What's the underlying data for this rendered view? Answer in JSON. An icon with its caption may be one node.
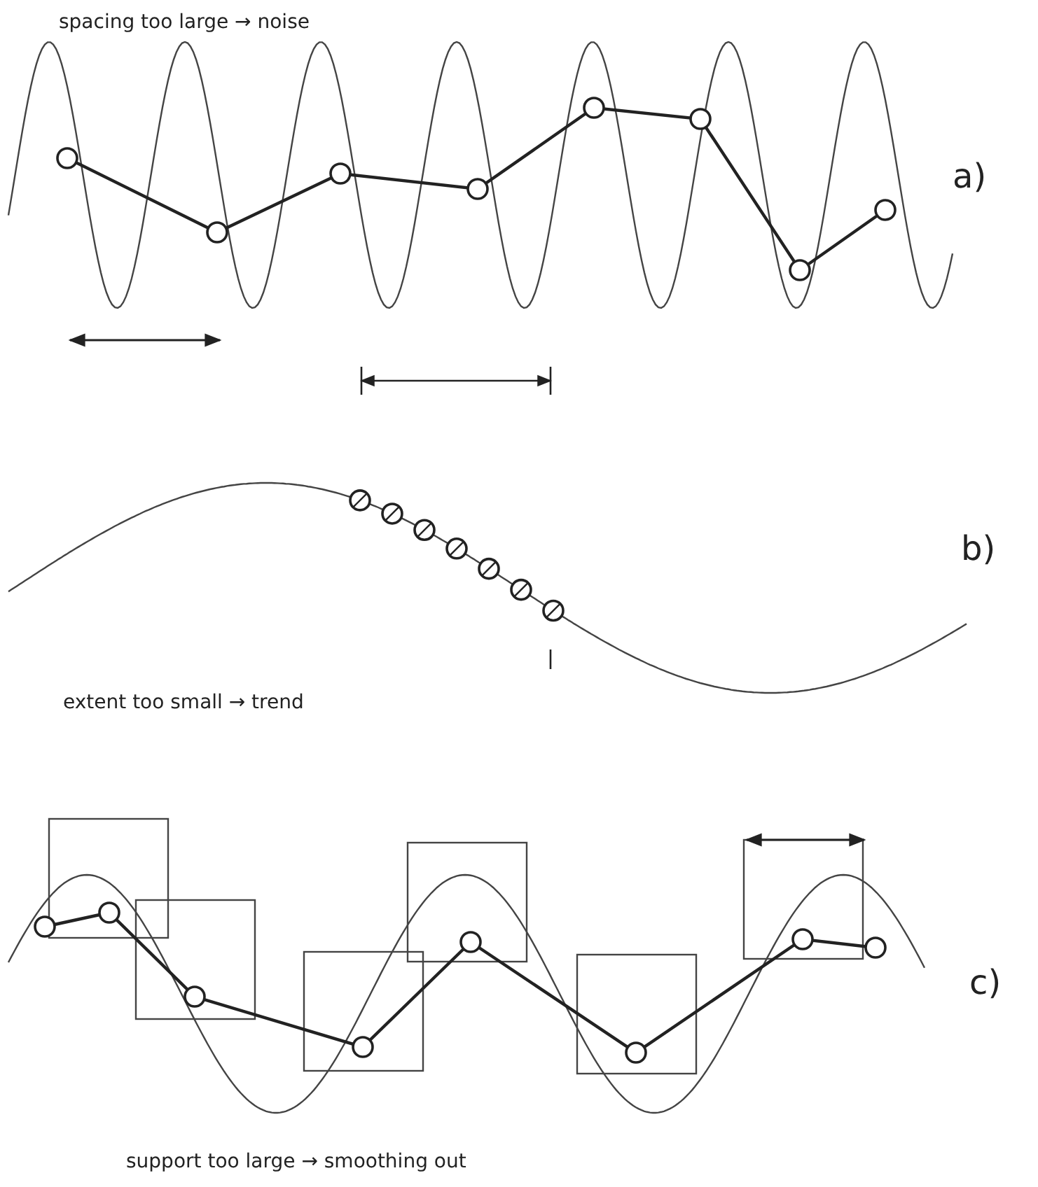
{
  "diagram": {
    "labels": [
      "spacing too large → noise",
      "a)",
      "extent too small → trend",
      "b)",
      "support too large → smoothing out",
      "c)"
    ]
  }
}
